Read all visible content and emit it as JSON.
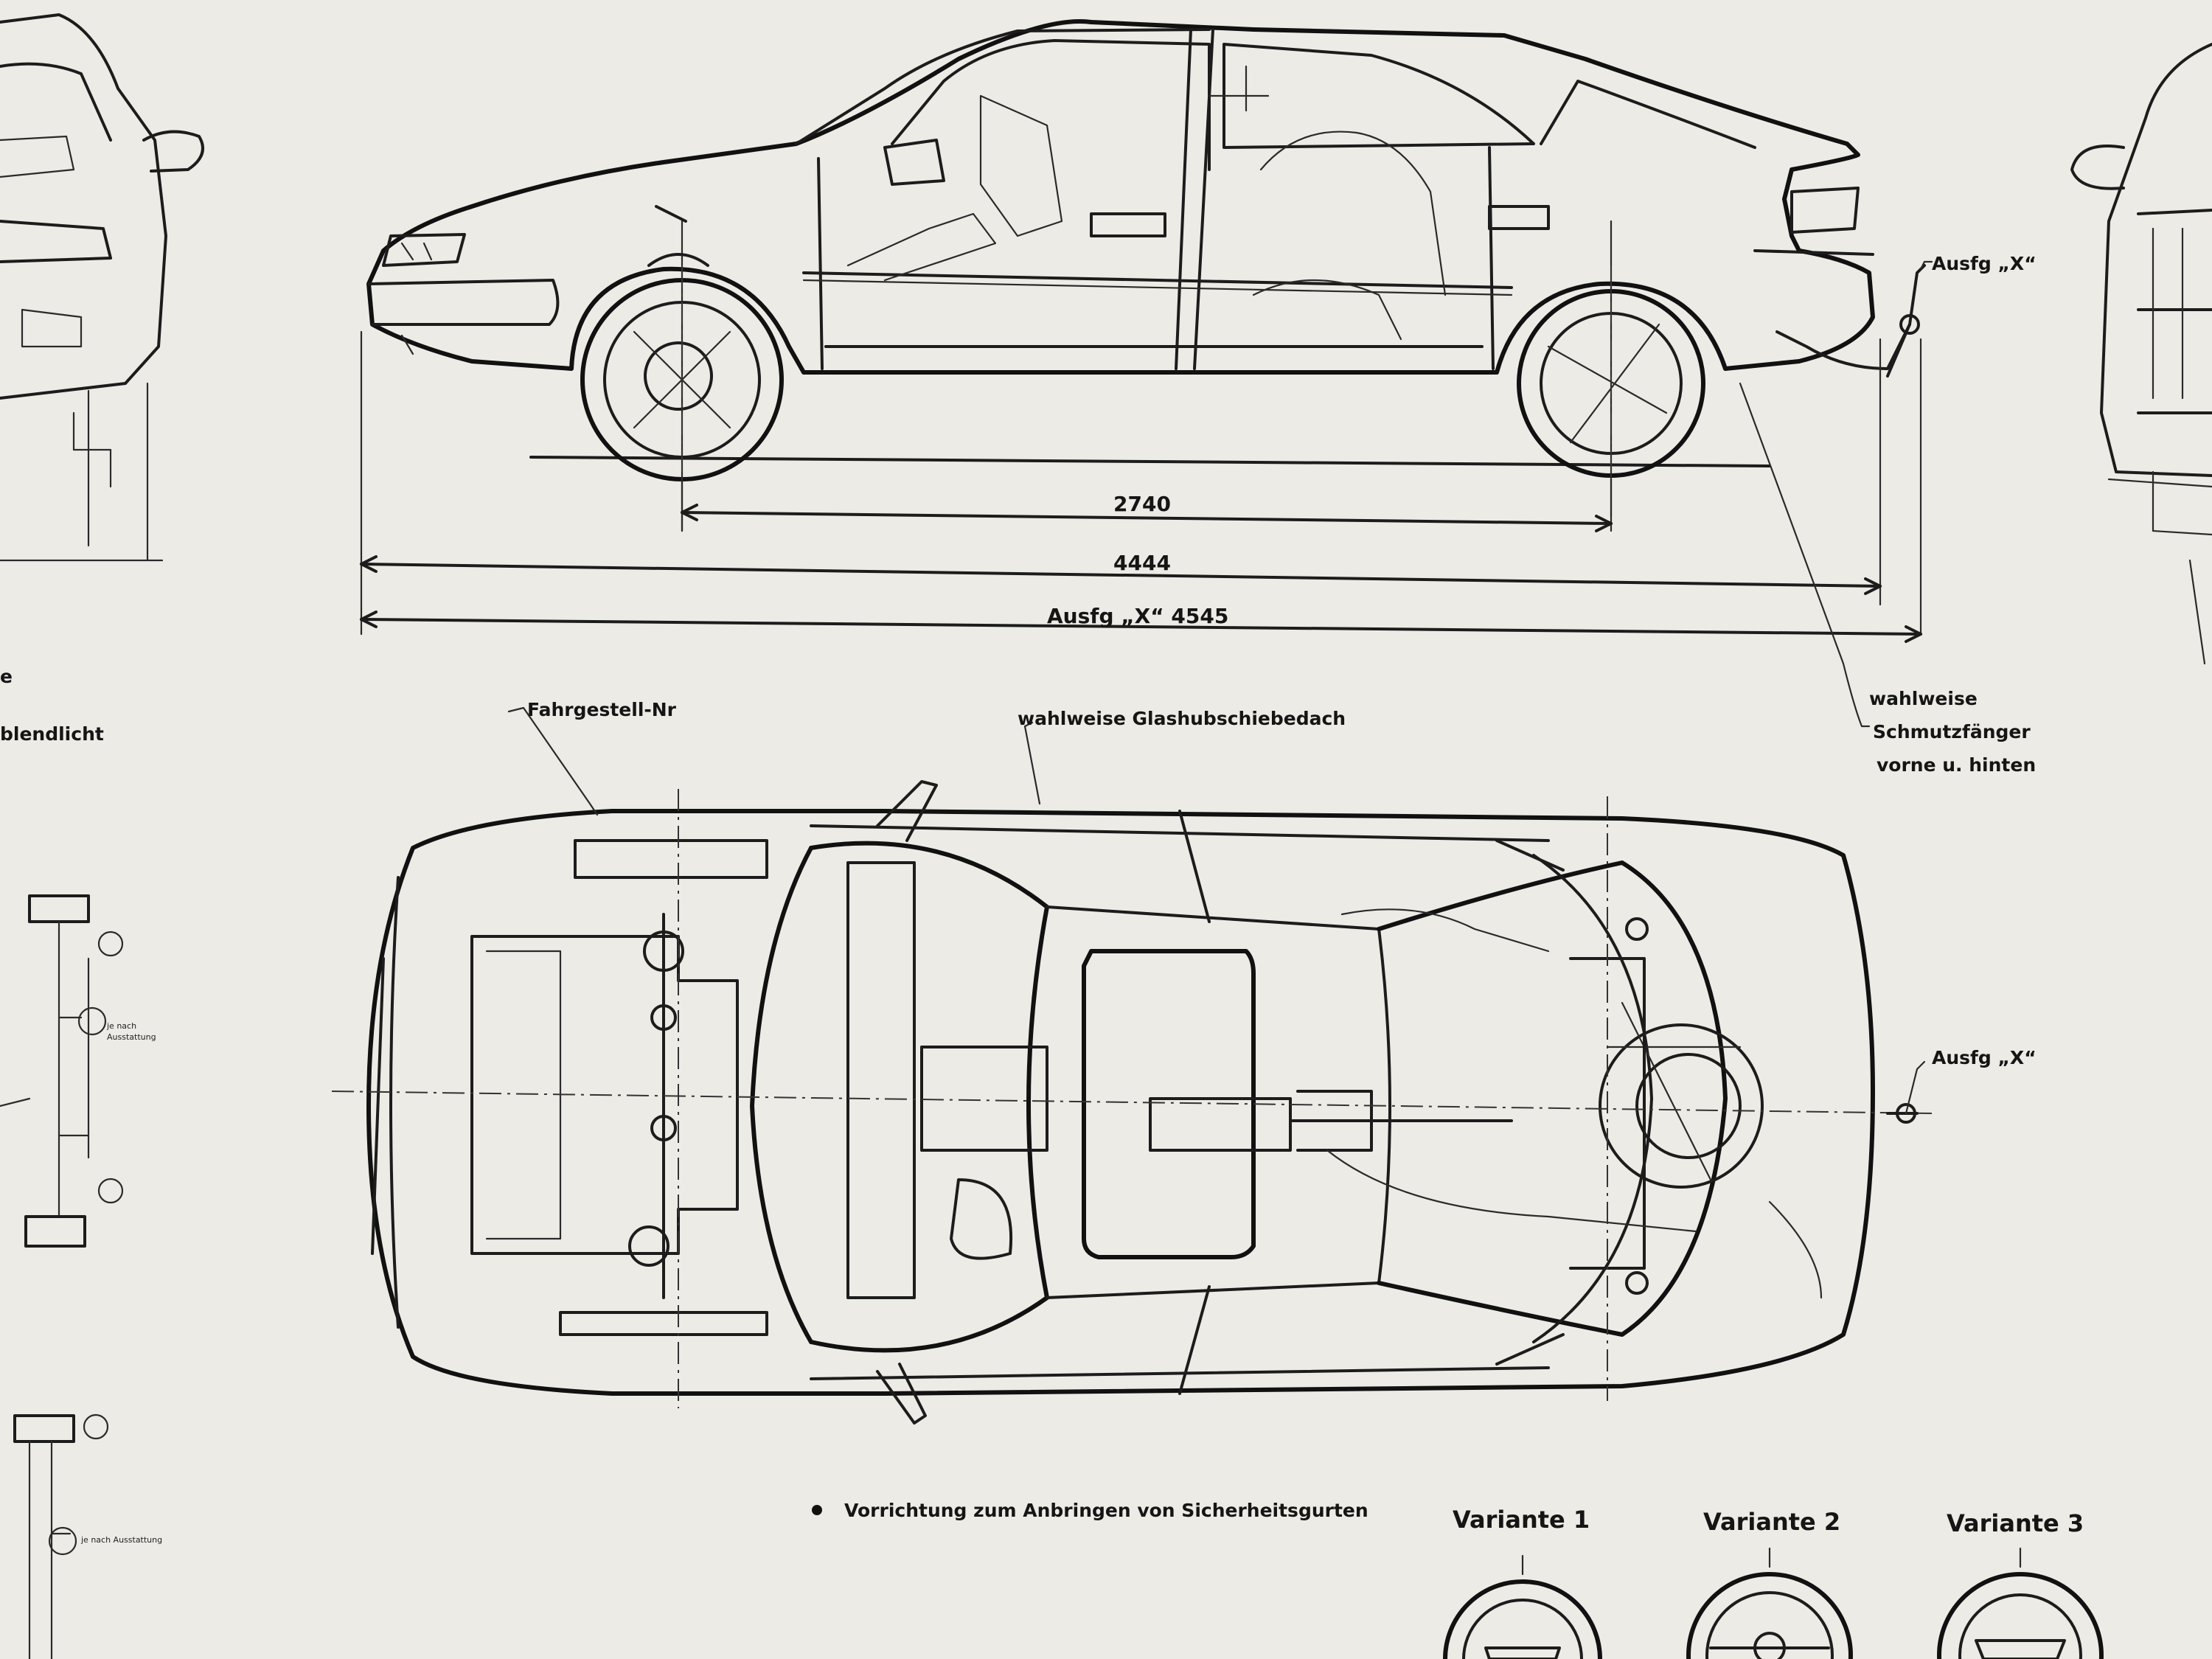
{
  "side_view": {
    "wheelbase": "2740",
    "length": "4444",
    "length_variant": "Ausfg „X“ 4545",
    "tow_label": "Ausfg „X“"
  },
  "notes": {
    "mudflaps_line1": "wahlweise",
    "mudflaps_line2": "Schmutzfänger",
    "mudflaps_line3": "vorne u. hinten",
    "chassis_number": "Fahrgestell-Nr",
    "sunroof": "wahlweise Glashubschiebedach",
    "top_tow_label": "Ausfg „X“",
    "seatbelt_note": "Vorrichtung zum Anbringen von Sicherheitsgurten"
  },
  "left_fragment": {
    "line_e": "e",
    "blendlicht": "blendlicht"
  },
  "variants": [
    "Variante 1",
    "Variante 2",
    "Variante 3"
  ]
}
